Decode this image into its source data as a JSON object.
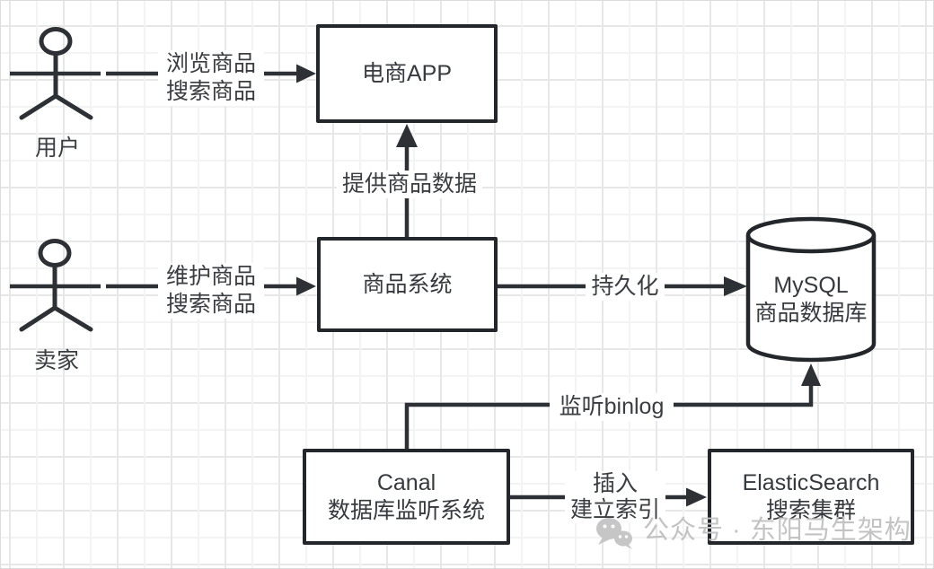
{
  "diagram": {
    "title_hint": "product-search-architecture-diagram",
    "actors": {
      "user": {
        "label": "用户"
      },
      "seller": {
        "label": "卖家"
      }
    },
    "nodes": {
      "app": {
        "label": "电商APP"
      },
      "product": {
        "label": "商品系统"
      },
      "mysql": {
        "line1": "MySQL",
        "line2": "商品数据库"
      },
      "canal": {
        "line1": "Canal",
        "line2": "数据库监听系统"
      },
      "es": {
        "line1": "ElasticSearch",
        "line2": "搜索集群"
      }
    },
    "edges": {
      "user_app": {
        "line1": "浏览商品",
        "line2": "搜索商品"
      },
      "seller_product": {
        "line1": "维护商品",
        "line2": "搜索商品"
      },
      "product_app": {
        "label": "提供商品数据"
      },
      "product_mysql": {
        "label": "持久化"
      },
      "canal_mysql": {
        "label": "监听binlog"
      },
      "canal_es": {
        "line1": "插入",
        "line2": "建立索引"
      }
    },
    "watermark": {
      "text": "公众号 · 东阳马生架构"
    },
    "colors": {
      "stroke": "#2d3136",
      "border": "#23272c",
      "text": "#3a3d42",
      "grid_major": "#e7e7e7",
      "grid_minor": "#f3f3f3",
      "watermark": "#c3c3c3",
      "background": "#ffffff"
    }
  }
}
